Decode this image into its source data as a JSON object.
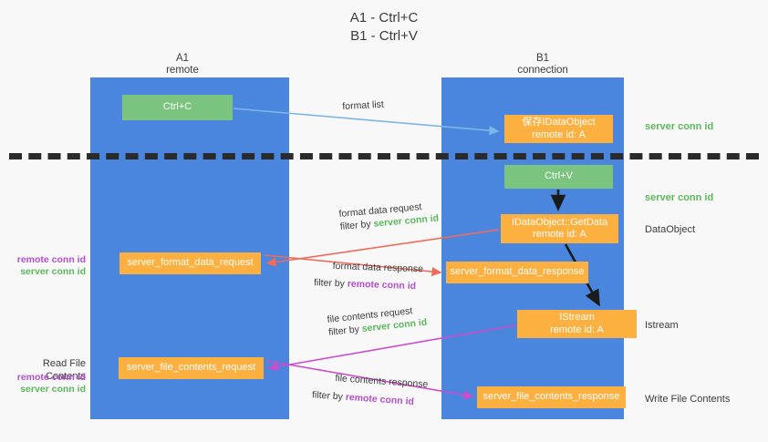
{
  "title": {
    "line1": "A1 - Ctrl+C",
    "line2": "B1 - Ctrl+V"
  },
  "columns": {
    "left": {
      "name": "A1",
      "role": "remote"
    },
    "right": {
      "name": "B1",
      "role": "connection"
    }
  },
  "boxes": {
    "ctrl_c": {
      "label": "Ctrl+C",
      "color": "#7ac47f",
      "kind": "green"
    },
    "ctrl_v": {
      "label": "Ctrl+V",
      "color": "#7ac47f",
      "kind": "green"
    },
    "save_dataobject": {
      "line1": "保存IDataObject",
      "line2": "remote id: A",
      "color": "#fbb040"
    },
    "getdata": {
      "line1": "IDataObject::GetData",
      "line2": "remote id: A",
      "color": "#fbb040"
    },
    "istream": {
      "line1": "IStream",
      "line2": "remote id: A",
      "color": "#fbb040"
    },
    "server_format_data_request": {
      "label": "server_format_data_request",
      "color": "#fbb040"
    },
    "server_format_data_response": {
      "label": "server_format_data_response",
      "color": "#fbb040"
    },
    "server_file_contents_request": {
      "label": "server_file_contents_request",
      "color": "#fbb040"
    },
    "server_file_contents_response": {
      "label": "server_file_contents_response",
      "color": "#fbb040"
    }
  },
  "edges": {
    "format_list": {
      "label": "format list",
      "filter_prefix": "",
      "filter_id": "",
      "color": "#7eb6e8"
    },
    "format_data_request": {
      "label": "format data request",
      "filter_prefix": "filter by ",
      "filter_id": "server conn id",
      "color": "#ef6b5a"
    },
    "format_data_response": {
      "label": "format data response",
      "filter_prefix": "filter by ",
      "filter_id": "remote conn id",
      "color": "#ef6b5a"
    },
    "file_contents_request": {
      "label": "file contents request",
      "filter_prefix": "filter by ",
      "filter_id": "server conn id",
      "color": "#cc4dcc"
    },
    "file_contents_response": {
      "label": "file contents response",
      "filter_prefix": "filter by ",
      "filter_id": "remote conn id",
      "color": "#cc4dcc"
    }
  },
  "annotations": {
    "right": [
      {
        "text": "server conn id",
        "style": "green"
      },
      {
        "text": "server conn id",
        "style": "green"
      },
      {
        "text": "DataObject",
        "style": "dark"
      },
      {
        "text": "Istream",
        "style": "dark"
      },
      {
        "text": "Write File Contents",
        "style": "dark"
      }
    ],
    "left": {
      "group1": {
        "remote": "remote conn id",
        "server": "server conn id"
      },
      "read_file_contents": "Read File Contents",
      "group2": {
        "remote": "remote conn id",
        "server": "server conn id"
      }
    }
  },
  "colors": {
    "lane": "#4a86dd",
    "green_box": "#7ac47f",
    "orange_box": "#fbb040",
    "green_id": "#5cb85c",
    "purple_id": "#b44fd0",
    "divider": "#2b2b2b",
    "background": "#f8f8f8"
  }
}
